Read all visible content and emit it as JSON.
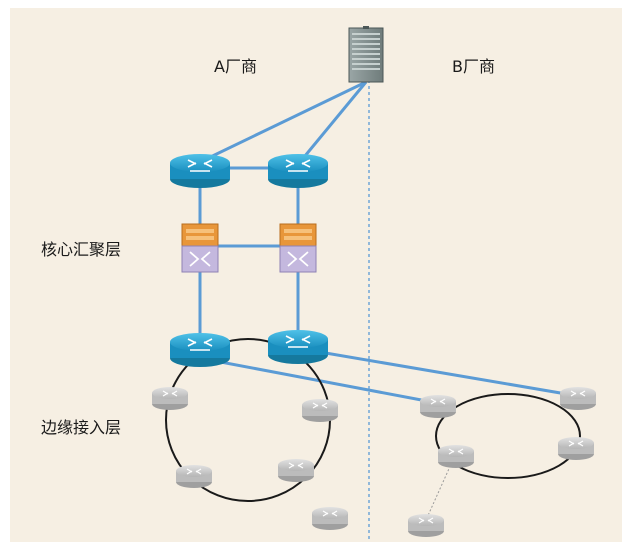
{
  "labels": {
    "vendor_a": "A厂商",
    "vendor_b": "B厂商",
    "core_layer": "核心汇聚层",
    "edge_layer": "边缘接入层"
  },
  "colors": {
    "background": "#f6efe3",
    "link": "#5b9bd5",
    "ring": "#1a1a1a",
    "router_blue": "#1f9bc9",
    "firewall_orange": "#e8963a",
    "firewall_purple": "#b6a8d4",
    "edge_device": "#c9c9c9",
    "divider": "#5b9bd5"
  },
  "icons": {
    "server": "server-rack-icon",
    "core_router": "router-icon",
    "firewall": "firewall-switch-icon",
    "access_device": "access-router-icon"
  }
}
